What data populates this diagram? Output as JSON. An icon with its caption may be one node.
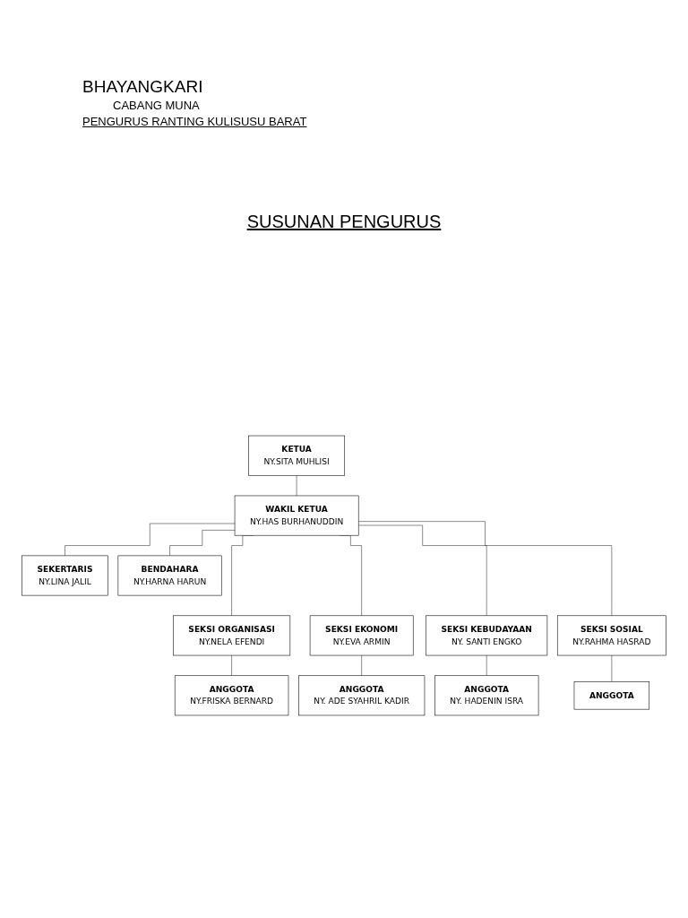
{
  "diagram": {
    "title": "SUSUNAN PENGURUS",
    "labels": [
      "BHAYANGKARI",
      "CABANG MUNA",
      "PENGURUS RANTING KULISUSU BARAT"
    ],
    "nodes": [
      {
        "text": [
          "KETUA",
          "NY.SITA MUHLISI"
        ]
      },
      {
        "text": [
          "WAKIL KETUA",
          "NY.HAS BURHANUDDIN"
        ]
      },
      {
        "text": [
          "SEKERTARIS",
          "NY.LINA JALIL"
        ]
      },
      {
        "text": [
          "BENDAHARA",
          "NY.HARNA HARUN"
        ]
      },
      {
        "text": [
          "SEKSI ORGANISASI",
          "NY.NELA EFENDI"
        ]
      },
      {
        "text": [
          "SEKSI EKONOMI",
          "NY.EVA ARMIN"
        ]
      },
      {
        "text": [
          "SEKSI KEBUDAYAAN",
          "NY. SANTI ENGKO"
        ]
      },
      {
        "text": [
          "SEKSI SOSIAL",
          "NY.RAHMA HASRAD"
        ]
      },
      {
        "text": [
          "ANGGOTA",
          "NY.FRISKA BERNARD"
        ]
      },
      {
        "text": [
          "ANGGOTA",
          "NY. ADE SYAHRIL KADIR"
        ]
      },
      {
        "text": [
          "ANGGOTA",
          "NY. HADENIN ISRA"
        ]
      },
      {
        "text": [
          "ANGGOTA"
        ]
      }
    ],
    "edges": [
      {
        "from": 0,
        "to": 1,
        "arrow": "none"
      },
      {
        "from": 1,
        "to": 2,
        "arrow": "none"
      },
      {
        "from": 1,
        "to": 3,
        "arrow": "none"
      },
      {
        "from": 1,
        "to": 4,
        "arrow": "none"
      },
      {
        "from": 1,
        "to": 5,
        "arrow": "none"
      },
      {
        "from": 1,
        "to": 6,
        "arrow": "none"
      },
      {
        "from": 1,
        "to": 7,
        "arrow": "none"
      },
      {
        "from": 4,
        "to": 8,
        "arrow": "none"
      },
      {
        "from": 5,
        "to": 9,
        "arrow": "none"
      },
      {
        "from": 6,
        "to": 10,
        "arrow": "none"
      },
      {
        "from": 7,
        "to": 11,
        "arrow": "none"
      }
    ]
  }
}
